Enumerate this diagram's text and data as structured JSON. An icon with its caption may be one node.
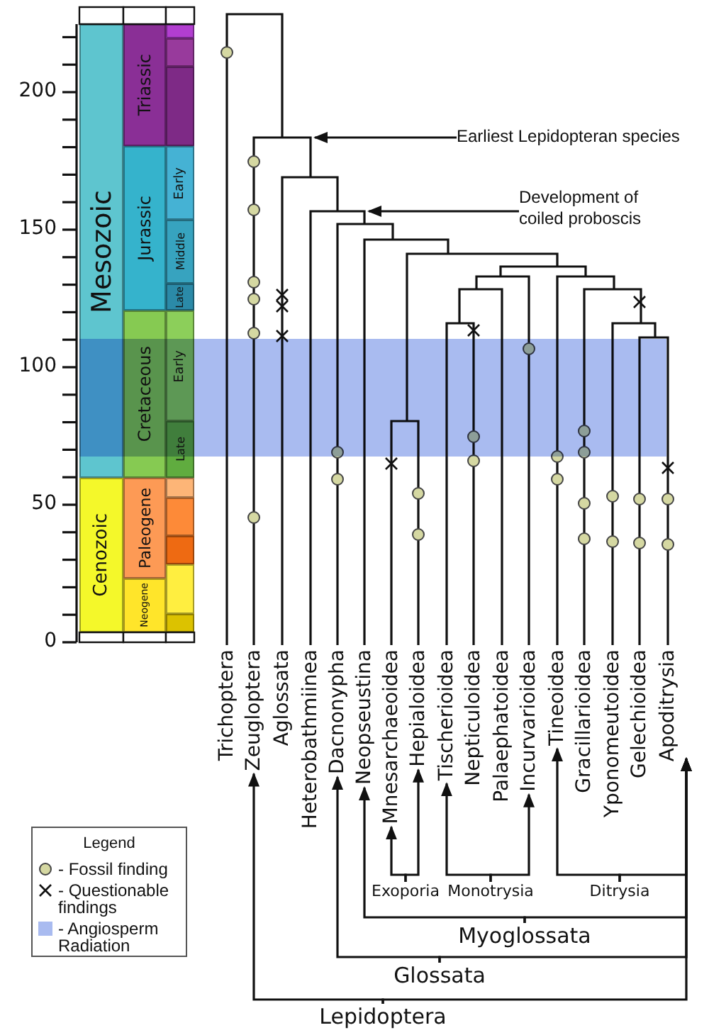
{
  "diagram": {
    "nodes": [
      {
        "text": [
          "Mesozoic"
        ]
      },
      {
        "text": [
          "Cenozoic"
        ]
      },
      {
        "text": [
          "Triassic"
        ]
      },
      {
        "text": [
          "Jurassic"
        ]
      },
      {
        "text": [
          "Cretaceous"
        ]
      },
      {
        "text": [
          "Paleogene"
        ]
      },
      {
        "text": [
          "Neogene"
        ]
      },
      {
        "text": [],
        "shape": "box"
      },
      {
        "text": [],
        "shape": "box"
      },
      {
        "text": [],
        "shape": "box"
      },
      {
        "text": [
          "Early"
        ]
      },
      {
        "text": [
          "Middle"
        ]
      },
      {
        "text": [
          "Late"
        ]
      },
      {
        "text": [
          "Early"
        ]
      },
      {
        "text": [
          "Late"
        ]
      },
      {
        "text": [],
        "shape": "box"
      },
      {
        "text": [],
        "shape": "box"
      },
      {
        "text": [],
        "shape": "box"
      },
      {
        "text": [],
        "shape": "box"
      },
      {
        "text": [],
        "shape": "box"
      },
      {
        "text": [
          "Earliest Lepidopteran species"
        ]
      },
      {
        "text": [
          "Development of coiled proboscis"
        ]
      },
      {
        "text": [
          "Trichoptera"
        ]
      },
      {
        "text": [
          "Zeugloptera"
        ]
      },
      {
        "text": [
          "Aglossata"
        ]
      },
      {
        "text": [
          "Heterobathmiinea"
        ]
      },
      {
        "text": [
          "Dacnonypha"
        ]
      },
      {
        "text": [
          "Neopseustina"
        ]
      },
      {
        "text": [
          "Mnesarchaeoidea"
        ]
      },
      {
        "text": [
          "Hepialoidea"
        ]
      },
      {
        "text": [
          "Tischerioidea"
        ]
      },
      {
        "text": [
          "Nepticuloidea"
        ]
      },
      {
        "text": [
          "Palaephatoidea"
        ]
      },
      {
        "text": [
          "Incurvarioidea"
        ]
      },
      {
        "text": [
          "Tineoidea"
        ]
      },
      {
        "text": [
          "Gracillarioidea"
        ]
      },
      {
        "text": [
          "Yponomeutoidea"
        ]
      },
      {
        "text": [
          "Gelechioidea"
        ]
      },
      {
        "text": [
          "Apoditrysia"
        ]
      },
      {
        "text": [
          "Exoporia"
        ]
      },
      {
        "text": [
          "Monotrysia"
        ]
      },
      {
        "text": [
          "Ditrysia"
        ]
      },
      {
        "text": [
          "Myoglossata"
        ]
      },
      {
        "text": [
          "Glossata"
        ]
      },
      {
        "text": [
          "Lepidoptera"
        ]
      }
    ],
    "edges": [
      {
        "from": 20,
        "to": null,
        "arrow": "to"
      },
      {
        "from": 21,
        "to": null,
        "arrow": "to"
      },
      {
        "from": 44,
        "to": 23,
        "arrow": "to"
      },
      {
        "from": 44,
        "to": 38,
        "arrow": "to"
      },
      {
        "from": 43,
        "to": 26,
        "arrow": "to"
      },
      {
        "from": 43,
        "to": 38,
        "arrow": "to"
      },
      {
        "from": 42,
        "to": 27,
        "arrow": "to"
      },
      {
        "from": 42,
        "to": 38,
        "arrow": "to"
      },
      {
        "from": 39,
        "to": 28,
        "arrow": "to"
      },
      {
        "from": 39,
        "to": 29,
        "arrow": "to"
      },
      {
        "from": 40,
        "to": 30,
        "arrow": "to"
      },
      {
        "from": 40,
        "to": 33,
        "arrow": "to"
      },
      {
        "from": 41,
        "to": 34,
        "arrow": "to"
      },
      {
        "from": 41,
        "to": 38,
        "arrow": "to"
      }
    ],
    "labels": [
      "200",
      "150",
      "100",
      "50",
      "0",
      "Legend"
    ],
    "legend": [
      {
        "text": "- Fossil finding"
      },
      {
        "text": "- Questionable findings"
      },
      {
        "text": "- Angiosperm Radiation",
        "color": "#a9bbf0"
      }
    ]
  }
}
